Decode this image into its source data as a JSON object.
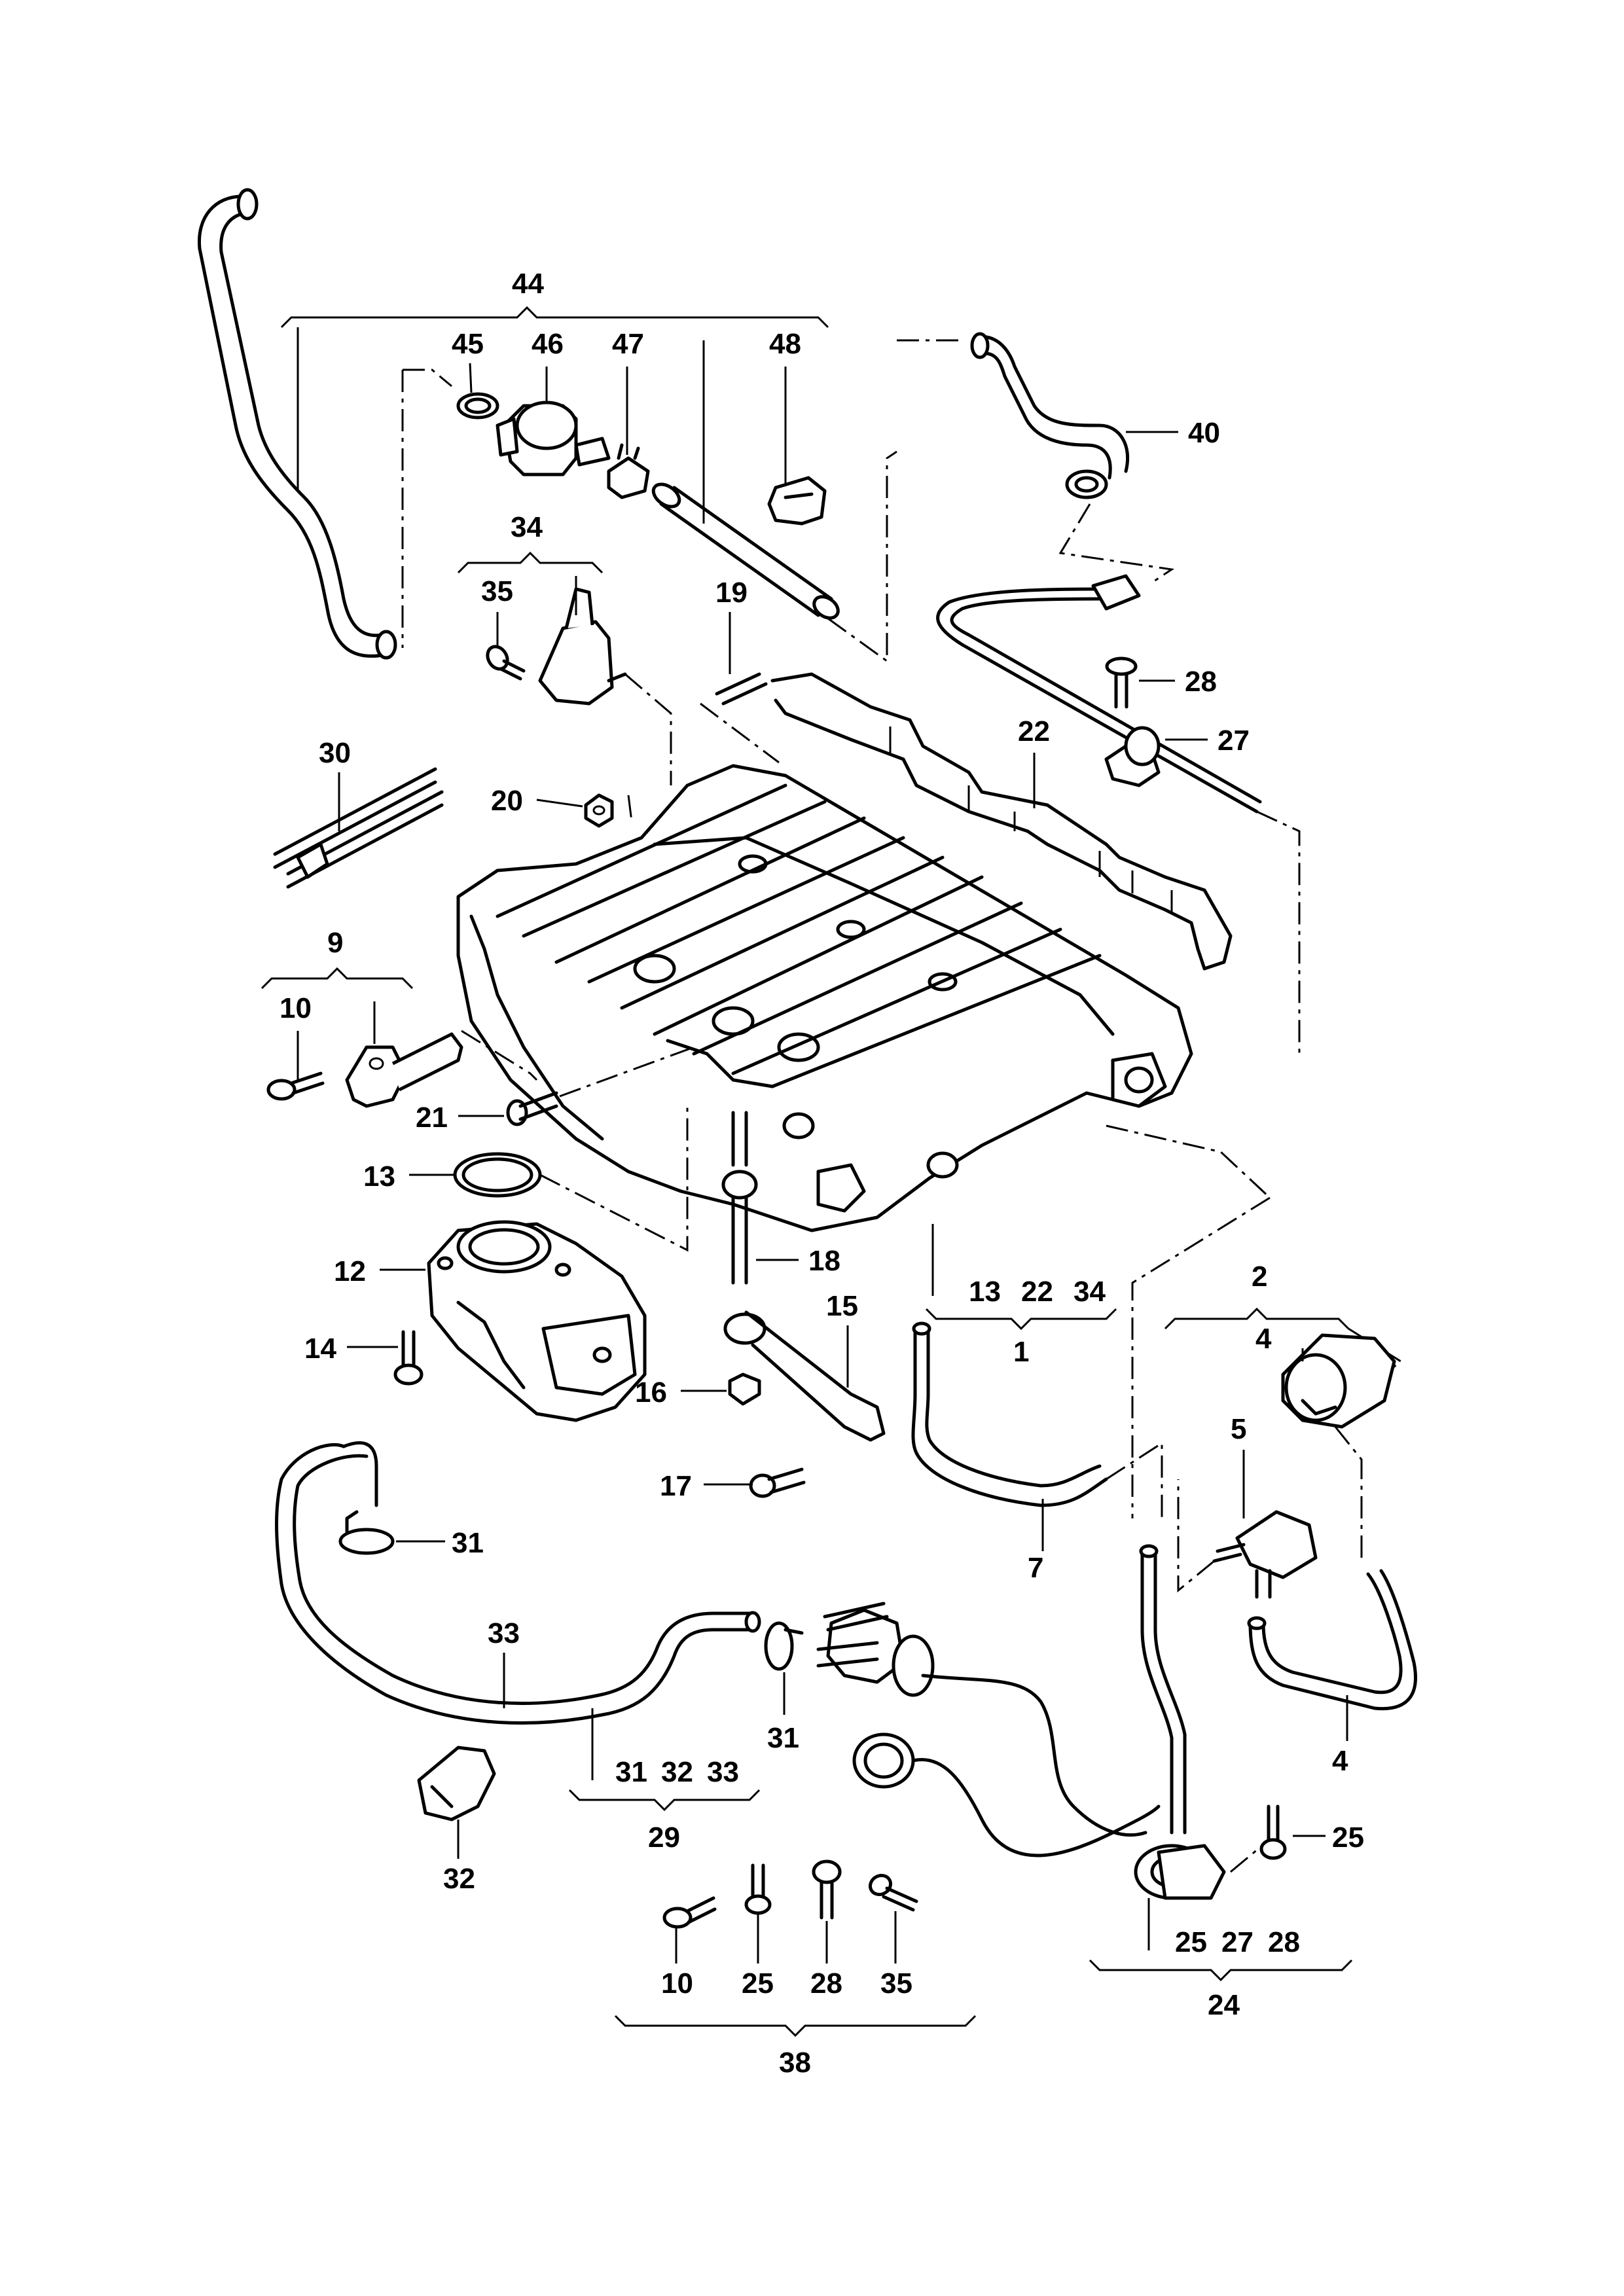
{
  "colors": {
    "line": "#000000",
    "background": "#ffffff"
  },
  "callouts": {
    "n1": "1",
    "n2": "2",
    "n4a": "4",
    "n4b": "4",
    "n5": "5",
    "n7": "7",
    "n9": "9",
    "n10a": "10",
    "n10b": "10",
    "n12": "12",
    "n13a": "13",
    "n13b": "13",
    "n14": "14",
    "n15": "15",
    "n16": "16",
    "n17": "17",
    "n18": "18",
    "n19": "19",
    "n20": "20",
    "n21": "21",
    "n22a": "22",
    "n22b": "22",
    "n24": "24",
    "n25a": "25",
    "n25b": "25",
    "n25c": "25",
    "n27a": "27",
    "n27b": "27",
    "n28a": "28",
    "n28b": "28",
    "n28c": "28",
    "n29": "29",
    "n30": "30",
    "n31a": "31",
    "n31b": "31",
    "n31c": "31",
    "n32a": "32",
    "n32b": "32",
    "n33a": "33",
    "n33b": "33",
    "n34a": "34",
    "n34b": "34",
    "n35a": "35",
    "n35b": "35",
    "n38": "38",
    "n40": "40",
    "n44": "44",
    "n45": "45",
    "n46": "46",
    "n47": "47",
    "n48": "48"
  }
}
